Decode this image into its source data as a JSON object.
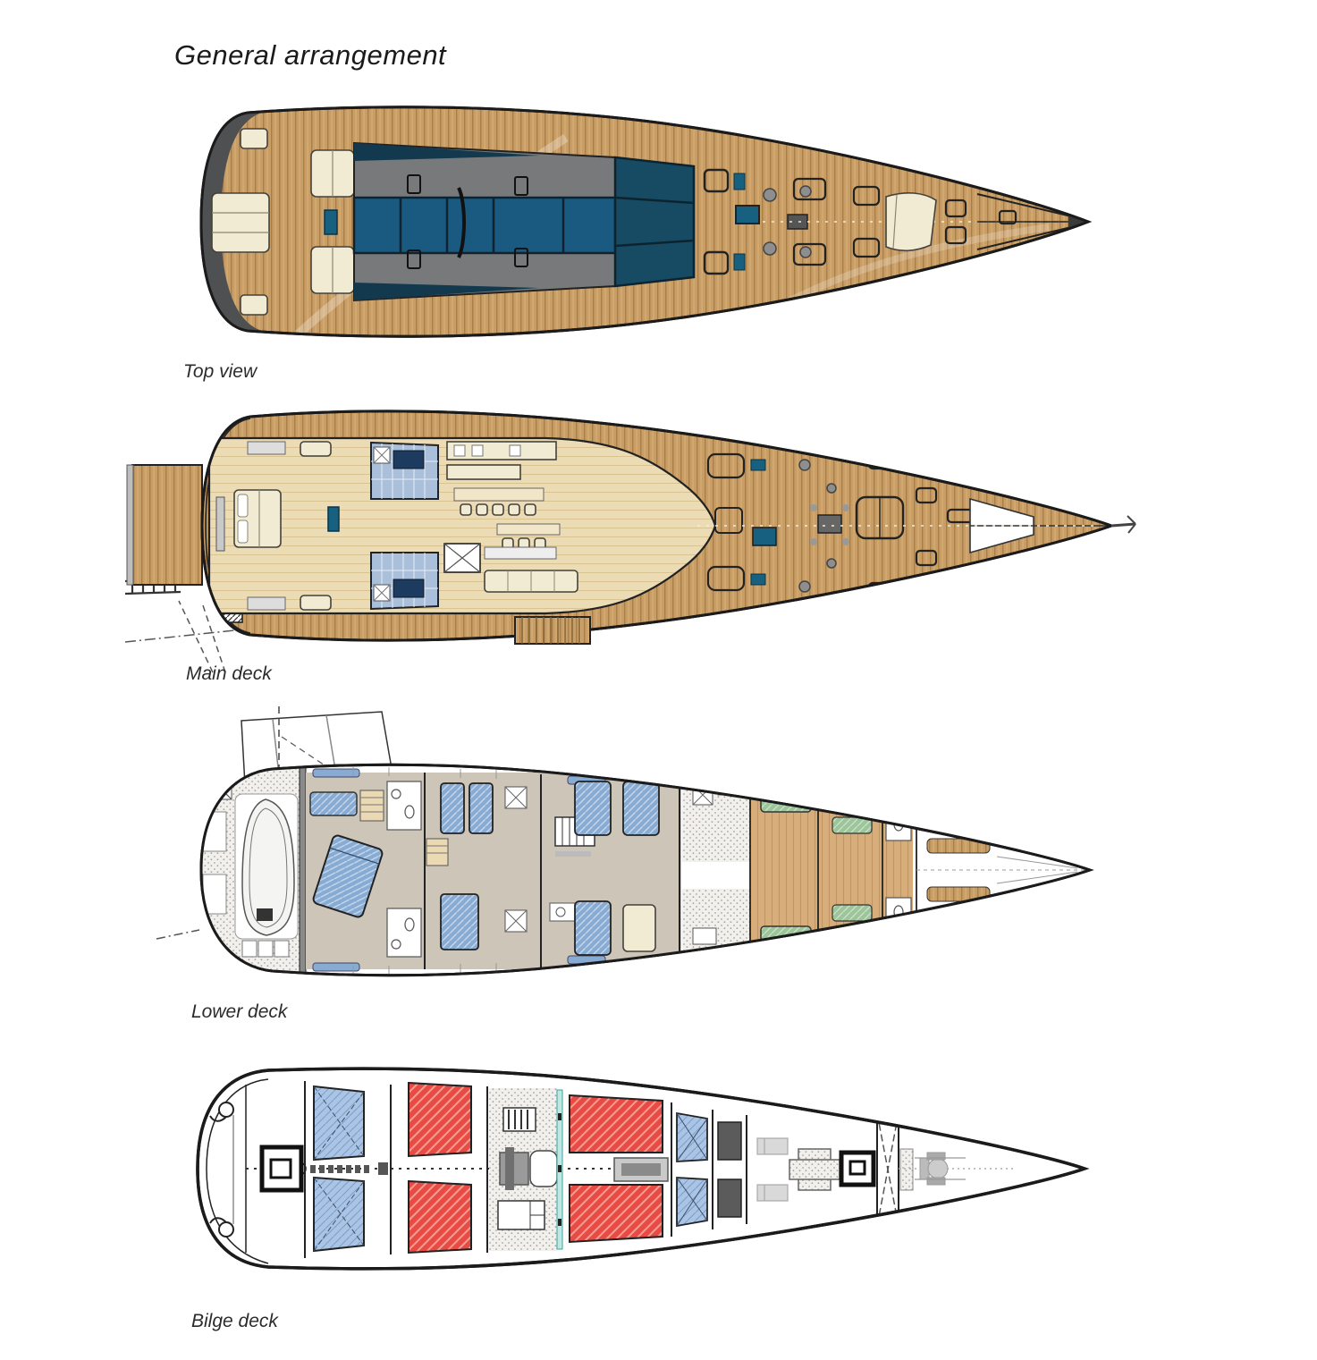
{
  "title": "General arrangement",
  "views": [
    {
      "id": "top-view",
      "label": "Top view"
    },
    {
      "id": "main-deck",
      "label": "Main deck"
    },
    {
      "id": "lower-deck",
      "label": "Lower deck"
    },
    {
      "id": "bilge-deck",
      "label": "Bilge deck"
    }
  ],
  "colors": {
    "line": "#1b1b1b",
    "label": "#2b2b2b",
    "teak": "#c89d66",
    "teak-dark": "#a97f49",
    "teak-light": "#dab277",
    "floor": "#ecdcb6",
    "floor-line": "#d9c391",
    "crew-wood": "#d7ae7b",
    "crew-wood-line": "#c3945c",
    "cream": "#f2ebd3",
    "coachroof": "#77797b",
    "transom-gray": "#4f5052",
    "glass-navy": "#1b5a80",
    "glass-deep": "#174a63",
    "glass-teal": "#17607f",
    "glass-dark": "#12394e",
    "skylight": "#aabfd9",
    "fixture-navy": "#1d3a5f",
    "bed-blue": "#87abd3",
    "bunk-green": "#9dc59a",
    "tank-red": "#e84b44",
    "tank-red-line": "#f59e96",
    "tank-blue": "#aac4e6",
    "tank-blue-line": "#7d9cc4",
    "tank-dark": "#5b5b5b",
    "stipple-bg": "#f1f0ed",
    "stipple-dot": "#a8a49c",
    "teal-strip": "#bfe8e4",
    "floor-gray": "#cdc5b7"
  }
}
